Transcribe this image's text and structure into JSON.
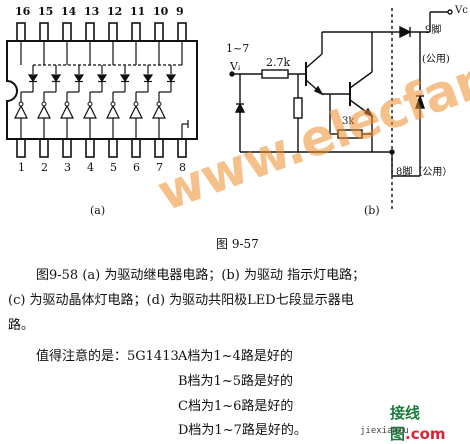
{
  "pin_numbers_top": [
    "16",
    "15",
    "14",
    "13",
    "12",
    "11",
    "10",
    "9"
  ],
  "pin_numbers_bottom": [
    "1",
    "2",
    "3",
    "4",
    "5",
    "6",
    "7",
    "8"
  ],
  "label_a": "(a)",
  "label_b": "(b)",
  "figure_label": "图 9-57",
  "circuit_b": {
    "input_range": "1~7",
    "input_symbol": "Vᵢ",
    "resistor_1": "2.7k",
    "resistor_2": "3k",
    "supply": "Vc",
    "pin9": "9脚",
    "pin9_note": "(公用)",
    "pin8": "8脚（公用）"
  },
  "caption": {
    "line1": "图9-58 (a) 为驱动继电器电路；(b) 为驱动 指示灯电路；",
    "line2": "(c) 为驱动晶体灯电路；(d) 为驱动共阳极LED七段显示器电",
    "line3": "路。"
  },
  "notes": {
    "intro": "值得注意的是：5G1413",
    "a": "A档为1~4路是好的",
    "b": "B档为1~5路是好的",
    "c": "C档为1~6路是好的",
    "d": "D档为1~7路是好的。"
  },
  "watermark": "www.elecfans.com",
  "logo_watermark": "接线图",
  "logo_sub": "jiexiantu"
}
